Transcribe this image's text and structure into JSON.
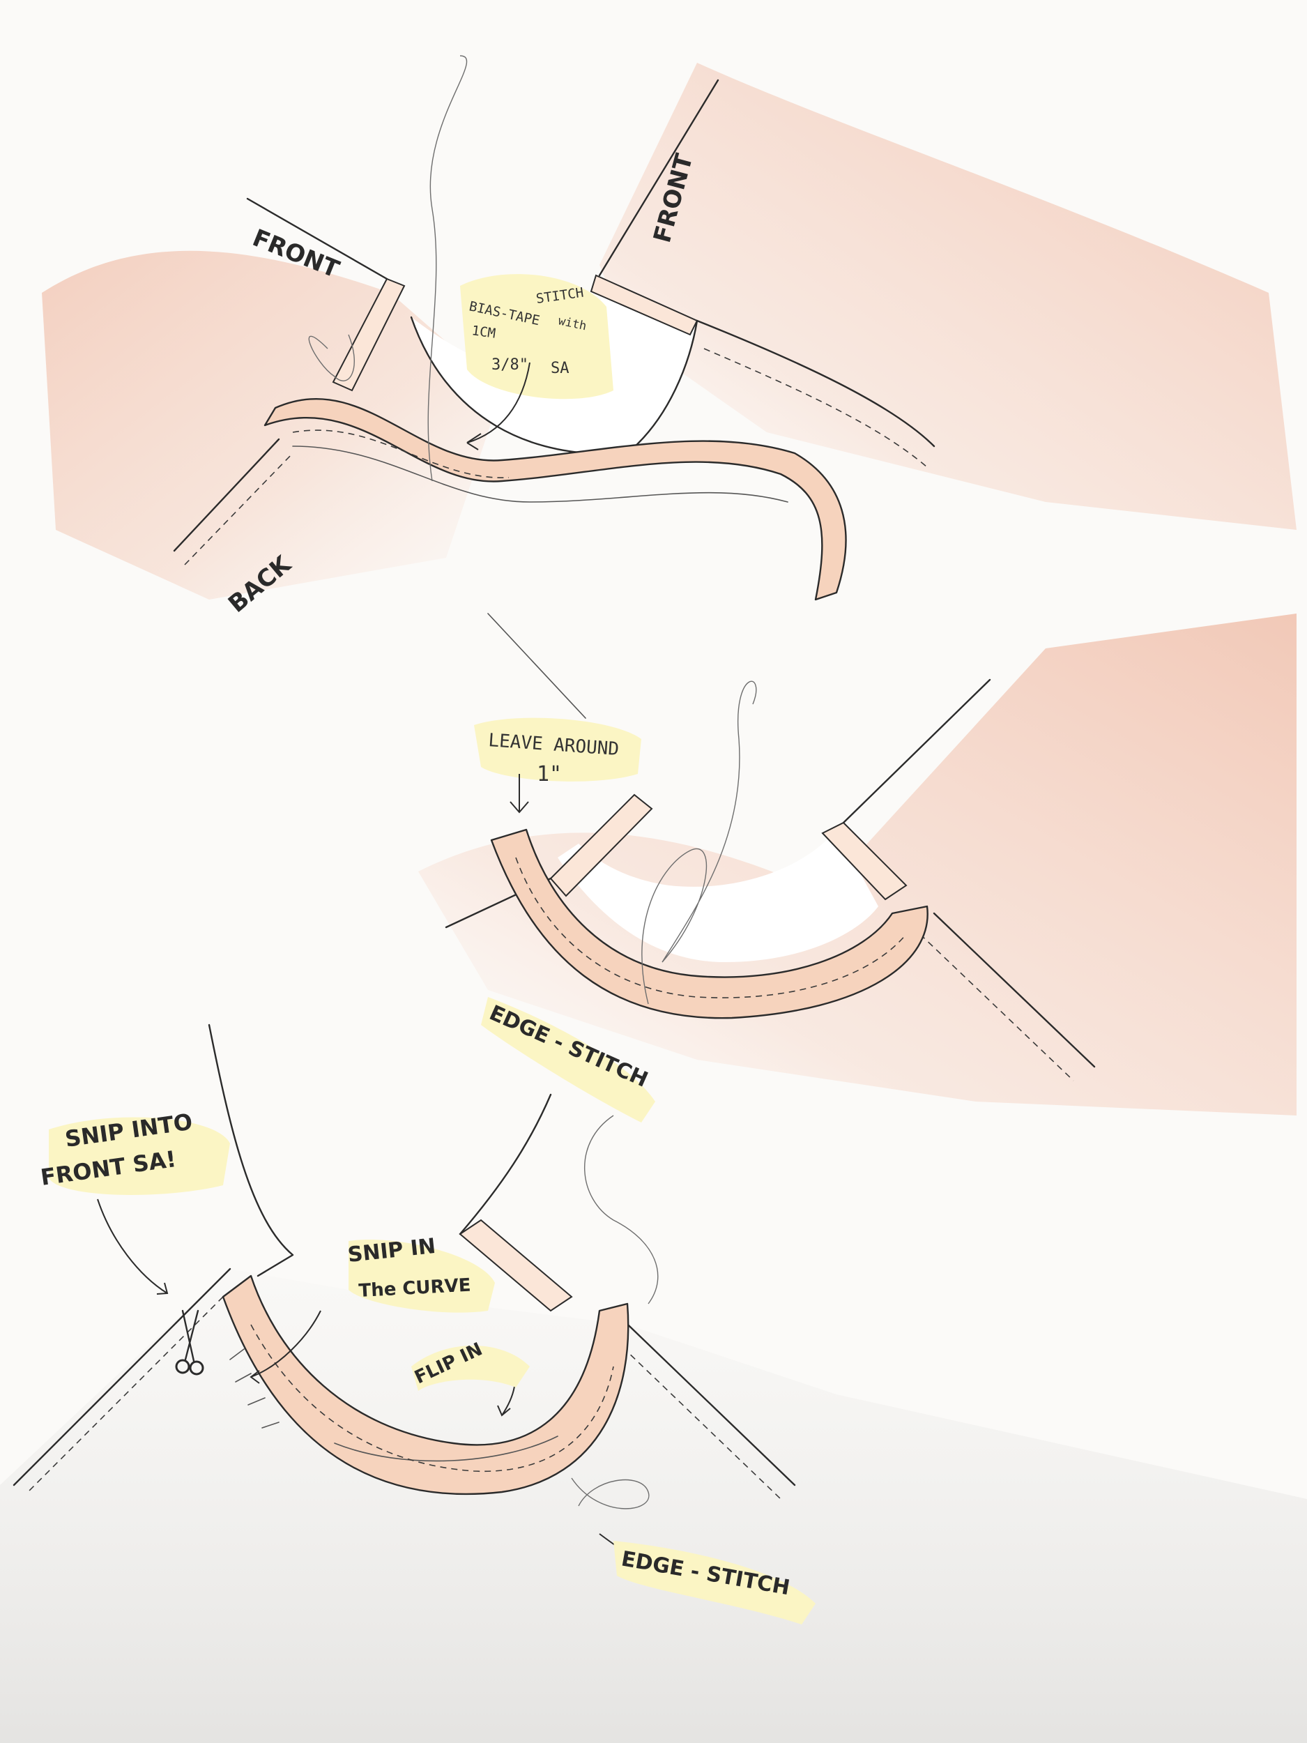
{
  "diagram": {
    "step1": {
      "label_front_left": "FRONT",
      "label_front_right": "FRONT",
      "label_back": "BACK",
      "note_line1": "BIAS-TAPE",
      "note_line2": "STITCH",
      "note_line3": "with",
      "note_line4": "1CM",
      "note_line5": "3/8\"",
      "note_line6": "SA"
    },
    "step2": {
      "note_line1": "LEAVE AROUND",
      "note_line2": "1\"",
      "edge_stitch": "EDGE - STITCH"
    },
    "step3": {
      "snip_front_line1": "SNIP INTO",
      "snip_front_line2": "FRONT SA!",
      "snip_curve_line1": "SNIP IN",
      "snip_curve_line2": "The CURVE",
      "flip_in": "FLIP IN",
      "edge_stitch": "EDGE - STITCH"
    },
    "colors": {
      "fabric": "#f4d2c2",
      "tape": "#f6d3bd",
      "ink": "#2b2b2b",
      "highlight": "#fbf5c4"
    }
  }
}
